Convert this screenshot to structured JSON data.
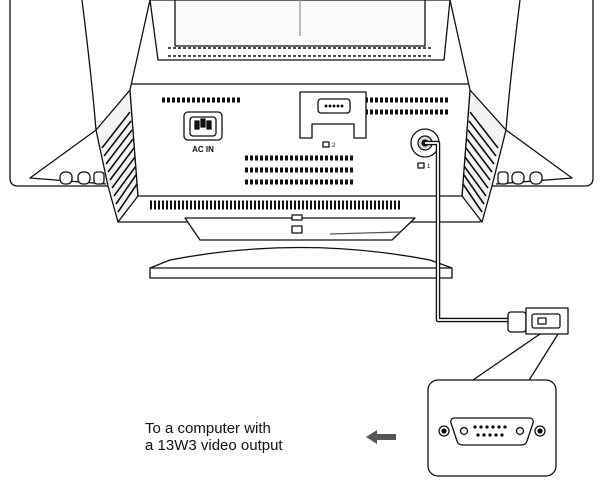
{
  "labels": {
    "ac_in": "AC IN",
    "port_2": "2",
    "port_1": "1"
  },
  "caption": {
    "line1": "To a computer with",
    "line2": "a 13W3 video output"
  },
  "colors": {
    "line": "#111111",
    "fill": "#ffffff",
    "shade": "#e9e9e9",
    "arrow": "#555555"
  },
  "icons": [
    "power-inlet-icon",
    "video-port-icon",
    "arrow-left-icon"
  ]
}
